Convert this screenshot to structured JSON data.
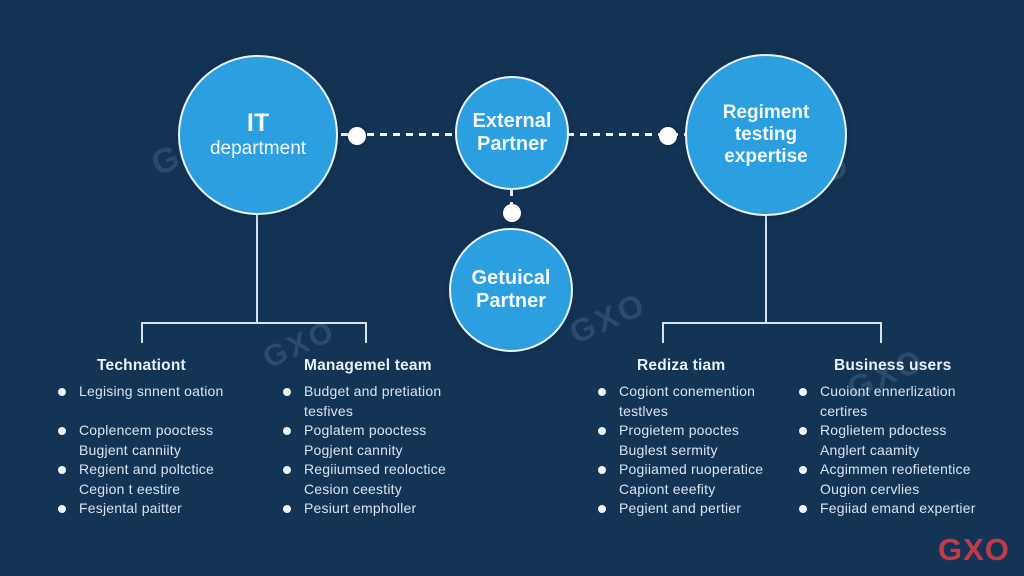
{
  "circles": {
    "it": {
      "lines": [
        "IT",
        "department"
      ]
    },
    "external": {
      "lines": [
        "External",
        "Partner"
      ]
    },
    "regiment": {
      "lines": [
        "Regiment",
        "testing",
        "expertise"
      ]
    },
    "getuical": {
      "lines": [
        "Getuical",
        "Partner"
      ]
    }
  },
  "columns": [
    {
      "header": "Technationt",
      "items": [
        {
          "lines": [
            "Legising snnent oation"
          ],
          "spacer_after": true
        },
        {
          "lines": [
            "Coplencem pooctess",
            "Bugjent canniity"
          ]
        },
        {
          "lines": [
            "Regient and poltctice",
            "Cegion t eestire"
          ]
        },
        {
          "lines": [
            "Fesjental paitter"
          ]
        }
      ]
    },
    {
      "header": "Managemel team",
      "items": [
        {
          "lines": [
            "Budget and pretiation",
            "tesfives"
          ]
        },
        {
          "lines": [
            "Poglatem pooctess",
            "Pogjent cannity"
          ]
        },
        {
          "lines": [
            "Regiiumsed reoloctice",
            "Cesion ceestity"
          ]
        },
        {
          "lines": [
            "Pesiurt empholler"
          ]
        }
      ]
    },
    {
      "header": "Rediza tiam",
      "items": [
        {
          "lines": [
            "Cogiont conemention",
            "testlves"
          ]
        },
        {
          "lines": [
            "Progietem pooctes",
            "Buglest sermity"
          ]
        },
        {
          "lines": [
            "Pogiiamed ruoperatice",
            "Capiont eeefity"
          ]
        },
        {
          "lines": [
            "Pegient and pertier"
          ]
        }
      ]
    },
    {
      "header": "Business users",
      "items": [
        {
          "lines": [
            "Cuoiont ennerlization",
            "certires"
          ]
        },
        {
          "lines": [
            "Roglietem pdoctess",
            "Anglert caamity"
          ]
        },
        {
          "lines": [
            "Acgimmen reofietentice",
            "Ougion cervlies"
          ]
        },
        {
          "lines": [
            "Fegiiad emand expertier"
          ]
        }
      ]
    }
  ],
  "watermark": {
    "text": "GXO"
  },
  "logo": {
    "text": "GXO"
  },
  "colors": {
    "background": "#143456",
    "circle_fill": "#2b9fe0",
    "circle_stroke": "#e9f3fb",
    "connector": "#d6e2ee",
    "text": "#d9e4ef",
    "logo_red": "#c23b49"
  }
}
